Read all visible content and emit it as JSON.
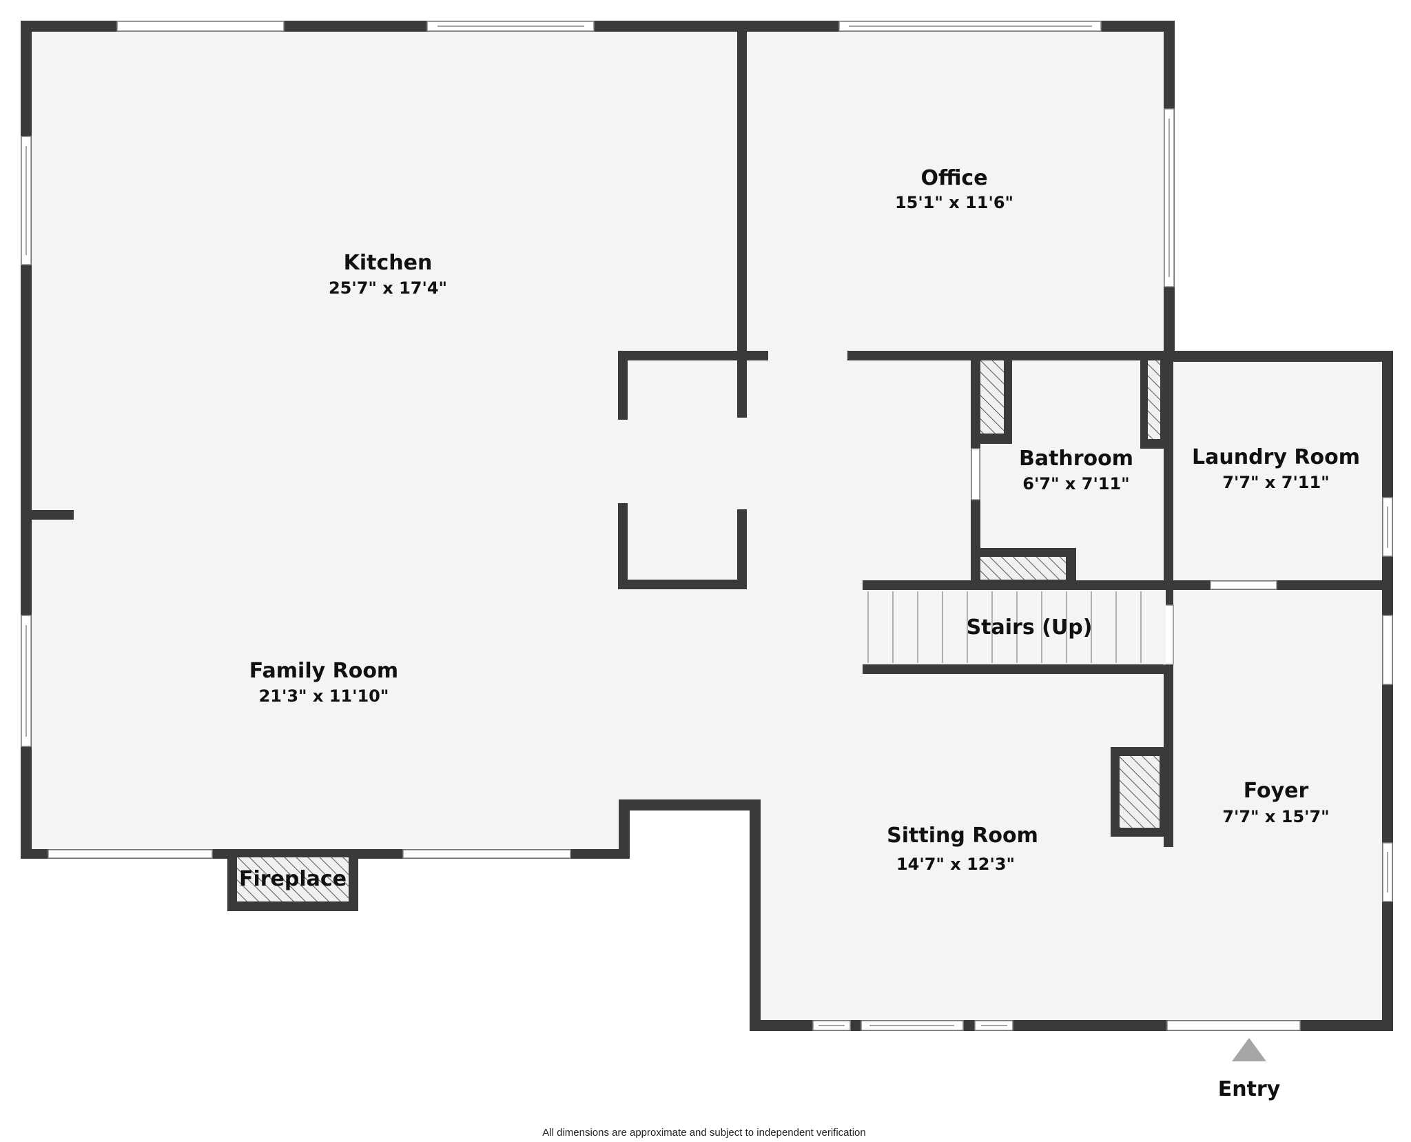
{
  "rooms": {
    "kitchen": {
      "name": "Kitchen",
      "dims": "25'7\" x 17'4\""
    },
    "office": {
      "name": "Office",
      "dims": "15'1\" x 11'6\""
    },
    "bathroom": {
      "name": "Bathroom",
      "dims": "6'7\" x 7'11\""
    },
    "laundry": {
      "name": "Laundry Room",
      "dims": "7'7\" x 7'11\""
    },
    "family": {
      "name": "Family Room",
      "dims": "21'3\" x 11'10\""
    },
    "sitting": {
      "name": "Sitting Room",
      "dims": "14'7\" x 12'3\""
    },
    "foyer": {
      "name": "Foyer",
      "dims": "7'7\" x 15'7\""
    }
  },
  "labels": {
    "stairs": "Stairs (Up)",
    "fireplace": "Fireplace",
    "entry": "Entry"
  },
  "disclaimer": "All dimensions are approximate and subject to independent verification",
  "colors": {
    "wall": "#3a3a3a",
    "floor": "#f4f4f4",
    "entry_arrow": "#a6a6a6"
  }
}
